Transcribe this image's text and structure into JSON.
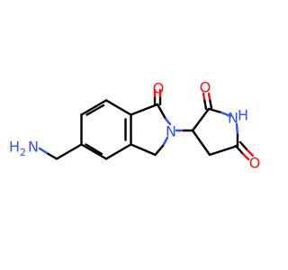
{
  "molecule": {
    "colors": {
      "carbon_bond": "#000000",
      "oxygen": "#ff0d0d",
      "nitrogen": "#3050f8"
    },
    "labels": {
      "amine_h": "H",
      "amine_h_count": "2",
      "amine_n": "N",
      "lactam_o": "O",
      "isoindolinone_n": "N",
      "imide_o_top": "O",
      "imide_nh_n": "N",
      "imide_nh_h": "H",
      "imide_o_bottom": "O"
    }
  }
}
